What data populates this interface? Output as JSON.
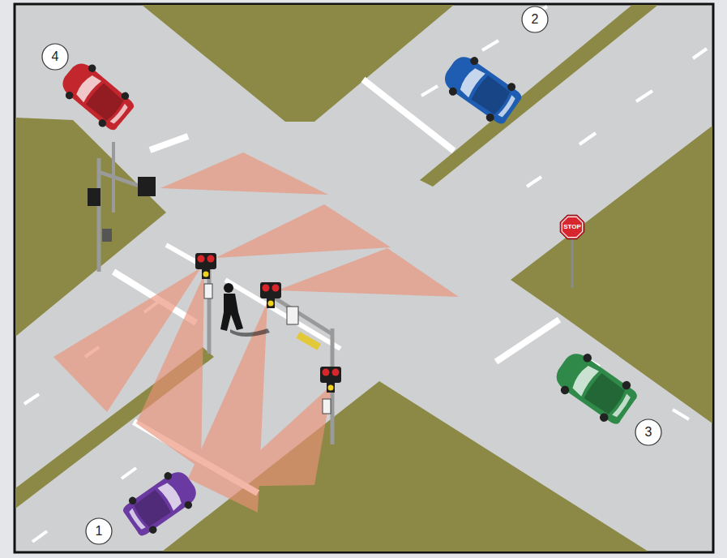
{
  "diagram": {
    "nodes": [
      {
        "text": [
          "4"
        ]
      },
      {
        "text": [
          "2"
        ]
      },
      {
        "text": [
          "STOP"
        ]
      },
      {
        "text": [
          "3"
        ]
      },
      {
        "text": [
          "1"
        ]
      }
    ]
  }
}
